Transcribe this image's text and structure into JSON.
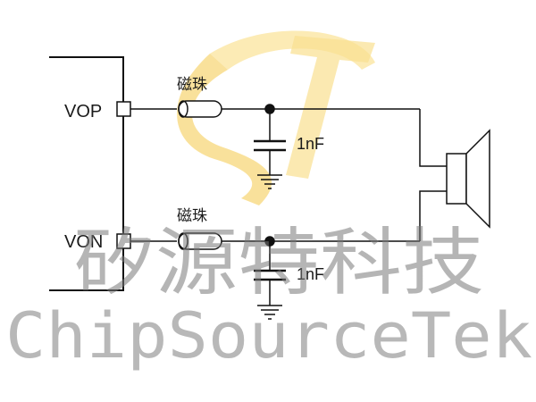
{
  "circuit": {
    "pins": {
      "positive": "VOP",
      "negative": "VON"
    },
    "ferrite_bead_label": "磁珠",
    "capacitor_value": "1nF"
  },
  "watermark": {
    "chinese_text": "矽源特科技",
    "english_text": "ChipSourceTek",
    "logo_colors": {
      "primary": "#f7d77a",
      "secondary": "#fbe7a8"
    }
  },
  "colors": {
    "wire": "#111111",
    "background": "#ffffff"
  }
}
